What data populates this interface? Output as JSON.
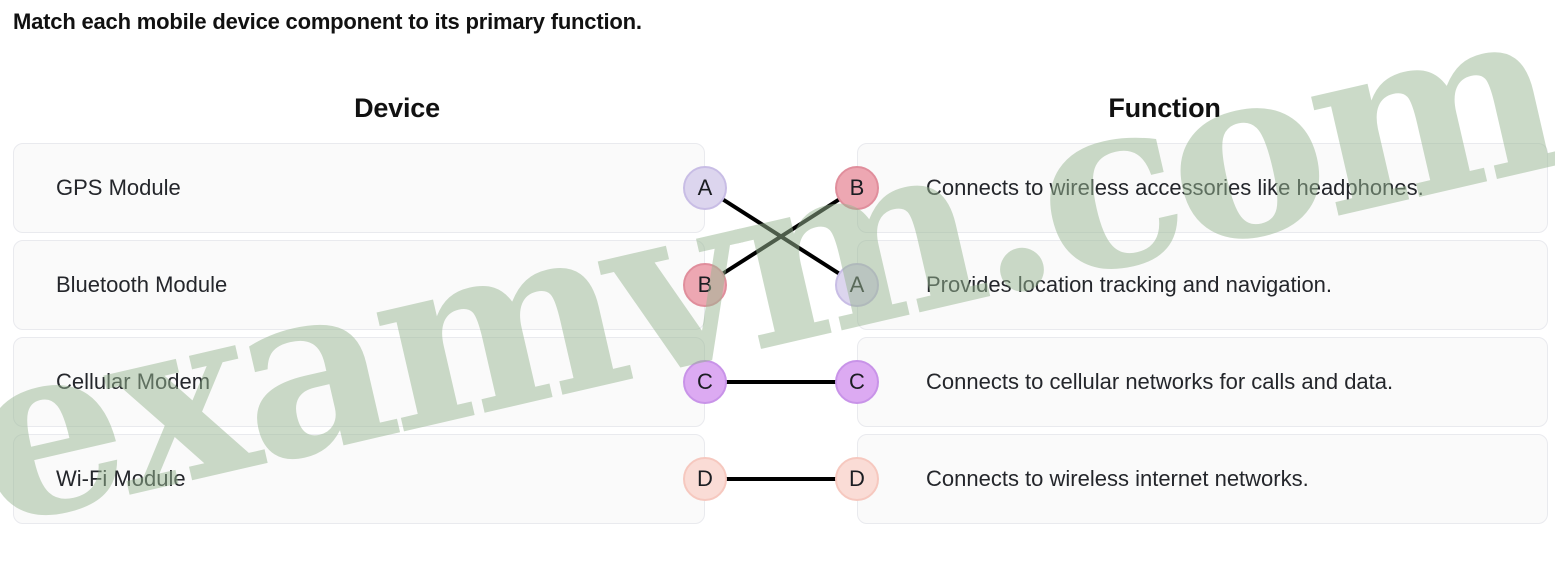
{
  "prompt": "Match each mobile device component to its primary function.",
  "columns": {
    "left": "Device",
    "right": "Function"
  },
  "rows": [
    {
      "device": "GPS Module",
      "device_badge": "A",
      "function_badge": "B",
      "function": "Connects to wireless accessories like headphones."
    },
    {
      "device": "Bluetooth Module",
      "device_badge": "B",
      "function_badge": "A",
      "function": "Provides location tracking and navigation."
    },
    {
      "device": "Cellular Modem",
      "device_badge": "C",
      "function_badge": "C",
      "function": "Connects to cellular networks for calls and data."
    },
    {
      "device": "Wi-Fi Module",
      "device_badge": "D",
      "function_badge": "D",
      "function": "Connects to wireless internet networks."
    }
  ],
  "connections": [
    {
      "label": "A",
      "from_row": 0,
      "to_row": 1
    },
    {
      "label": "B",
      "from_row": 1,
      "to_row": 0
    },
    {
      "label": "C",
      "from_row": 2,
      "to_row": 2
    },
    {
      "label": "D",
      "from_row": 3,
      "to_row": 3
    }
  ],
  "badge_colors": {
    "A": {
      "bg": "#dcd5ee",
      "border": "#c8bde5"
    },
    "B": {
      "bg": "#eda7b2",
      "border": "#e08e9c"
    },
    "C": {
      "bg": "#dcaaf2",
      "border": "#c893e8"
    },
    "D": {
      "bg": "#fadcd6",
      "border": "#f6c8bf"
    }
  },
  "line_color": "#000000",
  "watermark": {
    "text": "examvm.com",
    "color": "#99b793"
  }
}
